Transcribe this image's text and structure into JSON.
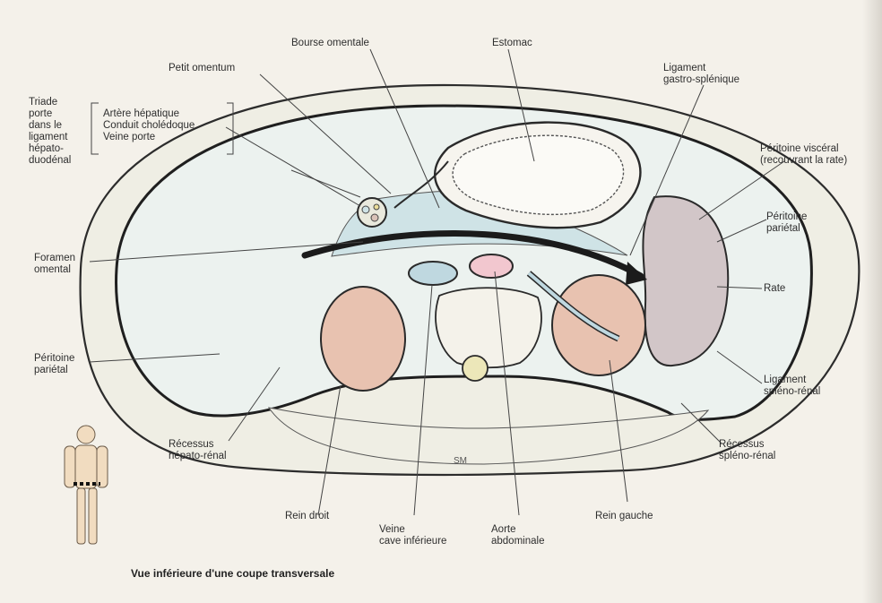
{
  "labels": {
    "bourse_omentale": "Bourse omentale",
    "estomac": "Estomac",
    "petit_omentum": "Petit omentum",
    "ligament_gastro_splenique": "Ligament\ngastro-splénique",
    "triade": "Triade\nporte\ndans le\nligament\nhépato-\nduodénal",
    "triade_items": "Artère hépatique\nConduit cholédoque\nVeine porte",
    "peritoine_visceral": "Péritoine viscéral\n(recouvrant la rate)",
    "peritoine_parietal_right": "Péritoine\npariétal",
    "foramen_omental": "Foramen\nomental",
    "rate": "Rate",
    "peritoine_parietal_left": "Péritoine\npariétal",
    "ligament_spleno_renal": "Ligament\nspléno-rénal",
    "recessus_hepato_renal": "Récessus\nhépato-rénal",
    "recessus_spleno_renal": "Récessus\nspléno-rénal",
    "rein_droit": "Rein droit",
    "veine_cave": "Veine\ncave inférieure",
    "aorte": "Aorte\nabdominale",
    "rein_gauche": "Rein gauche",
    "signature": "SM"
  },
  "caption": "Vue inférieure d'une coupe transversale",
  "colors": {
    "body_wall": "#efeee4",
    "peritoneal_cavity": "#e6f0ee",
    "omental_bursa": "#cfe3e6",
    "kidney": "#e8c2b0",
    "spleen": "#d2c6c8",
    "vena_cava": "#bfd8e0",
    "aorta": "#f2c7cf",
    "arrow": "#1b1b1b"
  }
}
